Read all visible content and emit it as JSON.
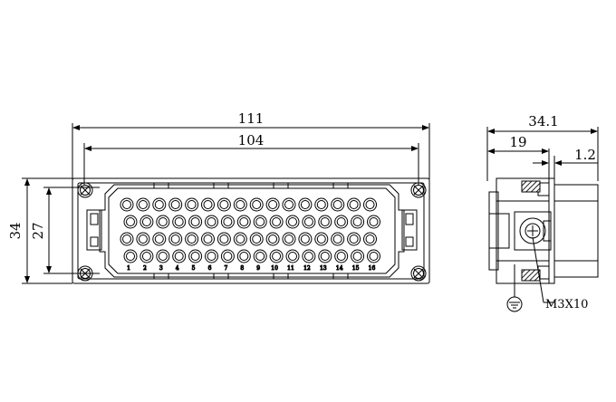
{
  "front_view": {
    "dimensions": {
      "overall_width": "111",
      "pin_area_width": "104",
      "overall_height": "34",
      "pin_area_height": "27"
    },
    "pin_grid": {
      "columns": 16,
      "rows": 4
    },
    "column_labels": [
      "1",
      "2",
      "3",
      "4",
      "5",
      "6",
      "7",
      "8",
      "9",
      "10",
      "11",
      "12",
      "13",
      "14",
      "15",
      "16"
    ]
  },
  "side_view": {
    "dimensions": {
      "total_depth": "34.1",
      "front_depth": "19",
      "offset": "1.2"
    },
    "screw_callout": "M3X10",
    "ground_symbol": "protective-earth"
  },
  "colors": {
    "line": "#000000",
    "background": "#ffffff",
    "hatch": "#222222"
  }
}
